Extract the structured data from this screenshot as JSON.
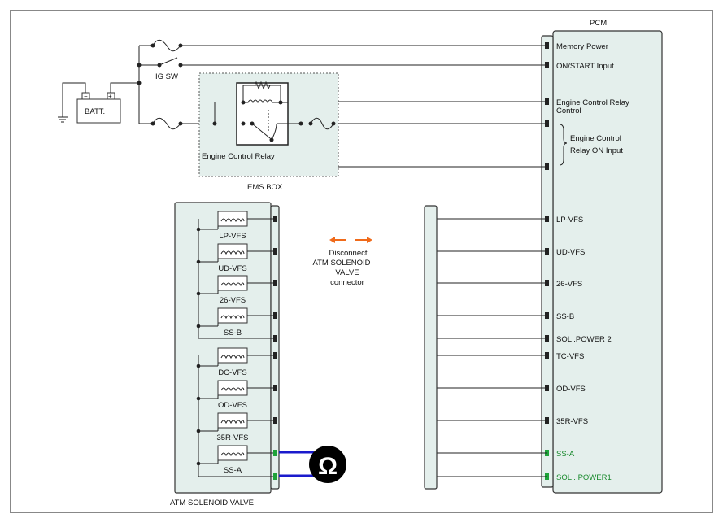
{
  "labels": {
    "pcm": "PCM",
    "ig_sw": "IG SW",
    "batt": "BATT.",
    "engine_control_relay": "Engine Control Relay",
    "ems_box": "EMS BOX",
    "atm_solenoid_valve": "ATM SOLENOID VALVE",
    "disconnect_note": [
      "Disconnect",
      "ATM SOLENOID",
      "VALVE",
      "connector"
    ],
    "relay_on_input": [
      "Engine Control",
      "Relay ON Input"
    ]
  },
  "pcm_pins": [
    {
      "label": "Memory Power"
    },
    {
      "label": "ON/START Input"
    },
    {
      "label": "Engine Control Relay",
      "label2": "Control"
    },
    {
      "label": ""
    },
    {
      "label": ""
    },
    {
      "label": "LP-VFS"
    },
    {
      "label": "UD-VFS"
    },
    {
      "label": "26-VFS"
    },
    {
      "label": "SS-B"
    },
    {
      "label": "SOL .POWER 2"
    },
    {
      "label": "TC-VFS"
    },
    {
      "label": "OD-VFS"
    },
    {
      "label": "35R-VFS"
    },
    {
      "label": "SS-A",
      "highlight": true
    },
    {
      "label": "SOL . POWER1",
      "highlight": true
    }
  ],
  "solenoids": [
    {
      "label": "LP-VFS"
    },
    {
      "label": "UD-VFS"
    },
    {
      "label": "26-VFS"
    },
    {
      "label": "SS-B"
    },
    {
      "label": "DC-VFS"
    },
    {
      "label": "OD-VFS"
    },
    {
      "label": "35R-VFS"
    },
    {
      "label": "SS-A"
    }
  ],
  "meter": {
    "symbol": "Ω",
    "icon": "ohmmeter-icon"
  },
  "colors": {
    "box_fill": "#e4efec",
    "highlight_text": "#1a8a2e",
    "highlight_pin": "#1fa33a",
    "probe_wire": "#1a1acc",
    "arrow": "#f06a1a"
  }
}
